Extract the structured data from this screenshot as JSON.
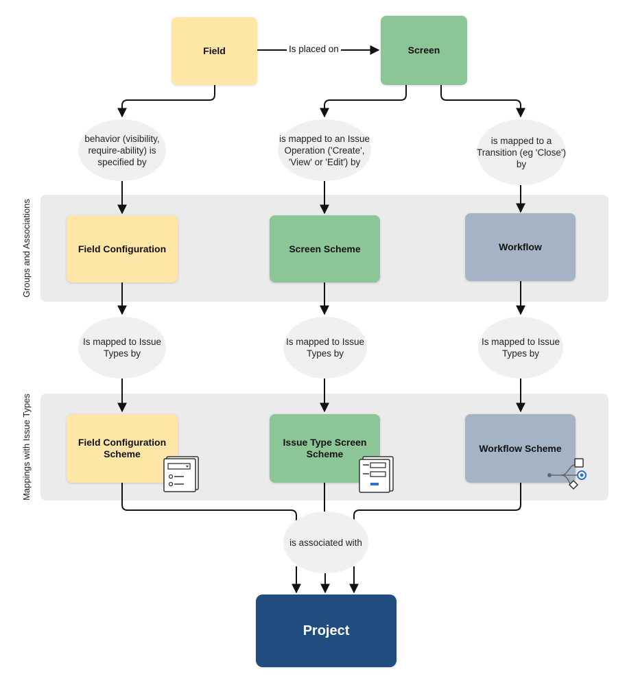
{
  "bands": {
    "groups": "Groups and Associations",
    "mappings": "Mappings with Issue Types"
  },
  "nodes": {
    "field": "Field",
    "screen": "Screen",
    "field_configuration": "Field Configuration",
    "screen_scheme": "Screen Scheme",
    "workflow": "Workflow",
    "field_configuration_scheme": "Field Configuration Scheme",
    "issue_type_screen_scheme": "Issue Type Screen Scheme",
    "workflow_scheme": "Workflow Scheme",
    "project": "Project"
  },
  "edges": {
    "placed_on": "Is placed on",
    "behavior": "behavior (visibility, require-ability) is specified by",
    "issue_operation": "is mapped to an Issue Operation ('Create', 'View' or 'Edit') by",
    "transition": "is mapped to a Transition (eg 'Close') by",
    "mapped_issue_types_1": "Is mapped to Issue Types by",
    "mapped_issue_types_2": "Is mapped to Issue Types by",
    "mapped_issue_types_3": "Is mapped to Issue Types by",
    "associated": "is associated with"
  },
  "icons": [
    "field-config-scheme-icon",
    "issue-type-screen-scheme-icon",
    "workflow-scheme-icon"
  ]
}
